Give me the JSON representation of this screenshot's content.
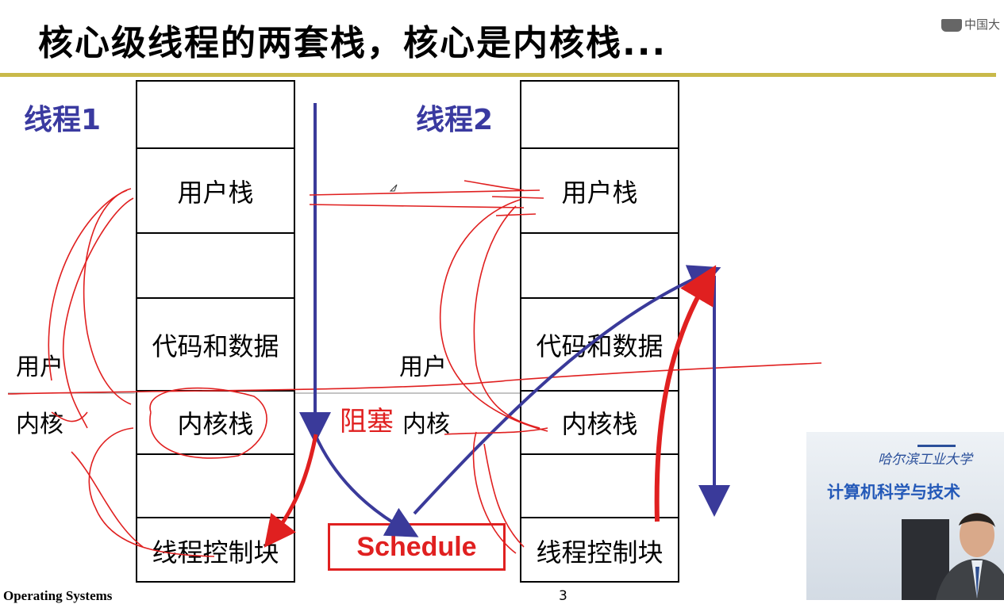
{
  "slide": {
    "title": "核心级线程的两套栈，核心是内核栈...",
    "logo_text": "中国大",
    "footer": "Operating Systems",
    "page_number": "3"
  },
  "thread1": {
    "label": "线程1",
    "cells": [
      "",
      "用户栈",
      "",
      "代码和数据",
      "内核栈",
      "",
      "线程控制块"
    ]
  },
  "thread2": {
    "label": "线程2",
    "cells": [
      "",
      "用户栈",
      "",
      "代码和数据",
      "内核栈",
      "",
      "线程控制块"
    ]
  },
  "labels": {
    "user_left": "用户",
    "kernel_left": "内核",
    "user_mid": "用户",
    "kernel_mid": "内核",
    "blocked": "阻塞",
    "schedule": "Schedule"
  },
  "video": {
    "school_text": "哈尔滨工业大学",
    "dept_text": "计算机科学与技术"
  },
  "colors": {
    "accent_rule": "#c9b94a",
    "thread_label": "#3a3aa0",
    "arrow_blue": "#3a3a9a",
    "ink_red": "#e02020"
  }
}
